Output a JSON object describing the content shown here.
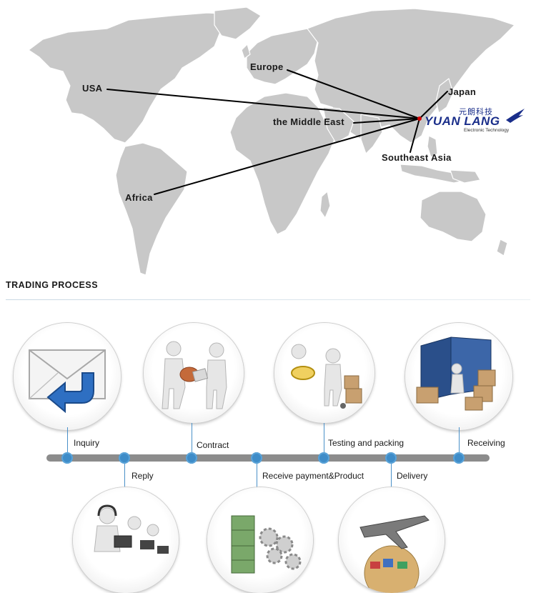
{
  "map": {
    "labels": {
      "usa": "USA",
      "europe": "Europe",
      "japan": "Japan",
      "middle_east": "the Middle East",
      "southeast_asia": "Southeast Asia",
      "africa": "Africa"
    },
    "land_color": "#c8c8c8",
    "border_color": "#ffffff",
    "route_color": "#000000",
    "hub_color": "#d40000"
  },
  "logo": {
    "chinese": "元朗科技",
    "name": "YUAN LANG",
    "subtitle": "Electronic Technology",
    "color": "#1a2e8a"
  },
  "trading": {
    "title": "TRADING  PROCESS",
    "steps": {
      "inquiry": "Inquiry",
      "reply": "Reply",
      "contract": "Contract",
      "payment": "Receive payment&Product",
      "testing": "Testing and packing",
      "delivery": "Delivery",
      "receiving": "Receiving"
    },
    "accent_color": "#3e8cc8",
    "bar_color": "#8c8c8c"
  }
}
